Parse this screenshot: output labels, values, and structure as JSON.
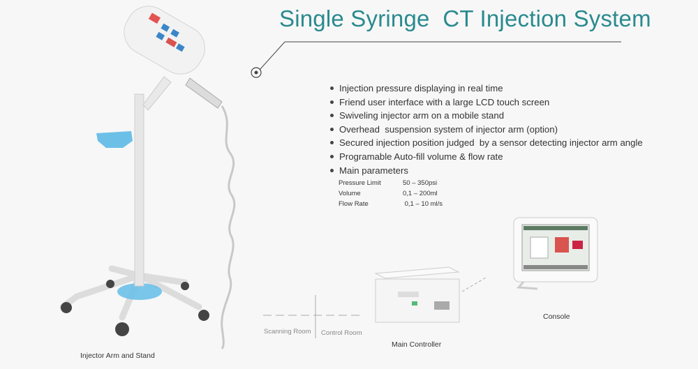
{
  "title": "Single Syringe  CT Injection System",
  "features": [
    "Injection pressure displaying in real time",
    "Friend user interface with a large LCD touch screen",
    "Swiveling injector arm on a mobile stand",
    "Overhead  suspension system of injector arm (option)",
    "Secured injection position judged  by a sensor detecting injector arm angle",
    "Programable Auto-fill volume & flow rate",
    "Main parameters"
  ],
  "parameters": [
    {
      "label": "Pressure Limit",
      "value": "50 – 350psi"
    },
    {
      "label": "Volume",
      "value": "0,1 – 200ml"
    },
    {
      "label": "Flow Rate",
      "value": " 0,1 – 10 ml/s"
    }
  ],
  "captions": {
    "injector": "Injector Arm and Stand",
    "main_controller": "Main Controller",
    "console": "Console",
    "scanning_room": "Scanning Room",
    "control_room": "Control Room"
  },
  "colors": {
    "title": "#2a8a8f",
    "accent_blue": "#6cc0e8"
  }
}
